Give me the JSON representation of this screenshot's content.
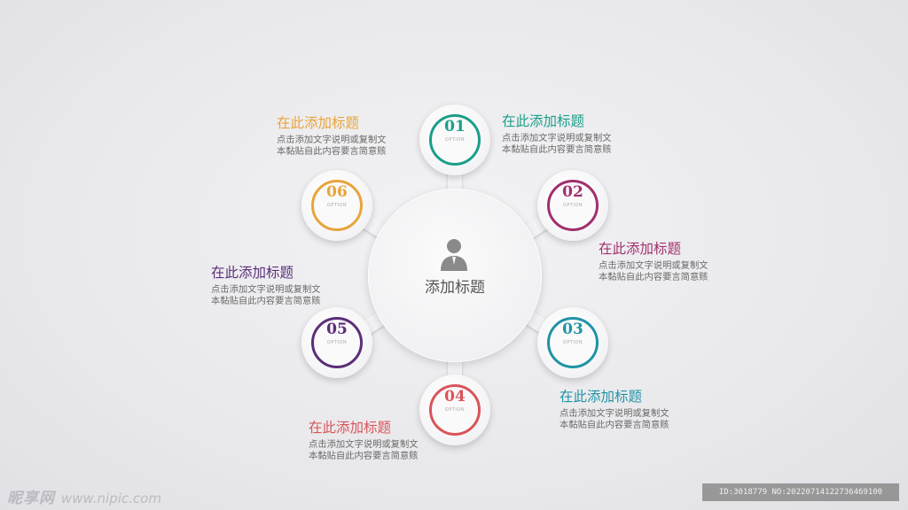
{
  "center": {
    "title": "添加标题",
    "icon": "person-icon"
  },
  "nodes": [
    {
      "num": "01",
      "sub": "OPTION",
      "color": "#1a9e8a",
      "heading": "在此添加标题",
      "desc": "点击添加文字说明或复制文本黏贴自此内容要言简意赅"
    },
    {
      "num": "02",
      "sub": "OPTION",
      "color": "#a12f6d",
      "heading": "在此添加标题",
      "desc": "点击添加文字说明或复制文本黏贴自此内容要言简意赅"
    },
    {
      "num": "03",
      "sub": "OPTION",
      "color": "#1f93a6",
      "heading": "在此添加标题",
      "desc": "点击添加文字说明或复制文本黏贴自此内容要言简意赅"
    },
    {
      "num": "04",
      "sub": "OPTION",
      "color": "#d9545a",
      "heading": "在此添加标题",
      "desc": "点击添加文字说明或复制文本黏贴自此内容要言简意赅"
    },
    {
      "num": "05",
      "sub": "OPTION",
      "color": "#5a2e78",
      "heading": "在此添加标题",
      "desc": "点击添加文字说明或复制文本黏贴自此内容要言简意赅"
    },
    {
      "num": "06",
      "sub": "OPTION",
      "color": "#e8a43a",
      "heading": "在此添加标题",
      "desc": "点击添加文字说明或复制文本黏贴自此内容要言简意赅"
    }
  ],
  "watermark": {
    "logo": "昵享网",
    "url": "www.nipic.com",
    "id_text": "ID:3018779 NO:20220714122736469100"
  }
}
